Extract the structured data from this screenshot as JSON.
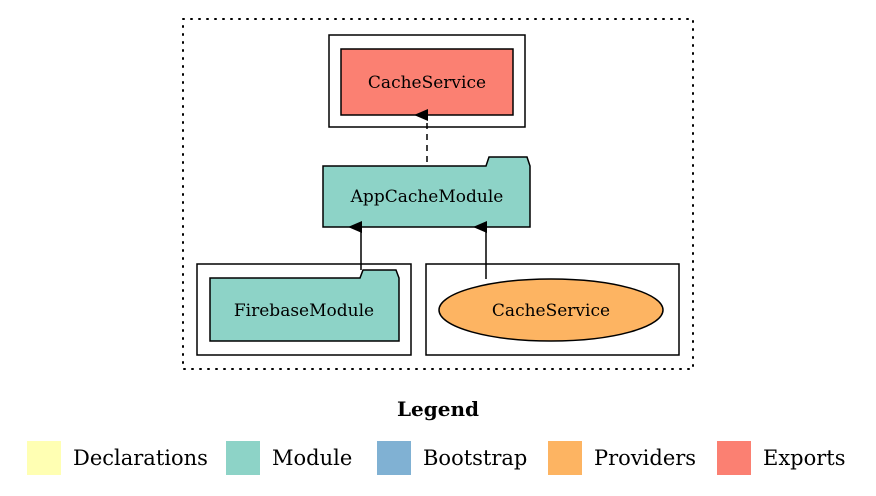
{
  "colors": {
    "declarations": "#ffffb3",
    "module": "#8dd3c7",
    "bootstrap": "#80b1d3",
    "providers": "#fdb462",
    "exports": "#fb8072"
  },
  "nodes": {
    "exported_service": "CacheService",
    "app_module": "AppCacheModule",
    "imported_module": "FirebaseModule",
    "provider": "CacheService"
  },
  "legend": {
    "title": "Legend",
    "items": [
      {
        "label": "Declarations",
        "color": "#ffffb3"
      },
      {
        "label": "Module",
        "color": "#8dd3c7"
      },
      {
        "label": "Bootstrap",
        "color": "#80b1d3"
      },
      {
        "label": "Providers",
        "color": "#fdb462"
      },
      {
        "label": "Exports",
        "color": "#fb8072"
      }
    ]
  }
}
